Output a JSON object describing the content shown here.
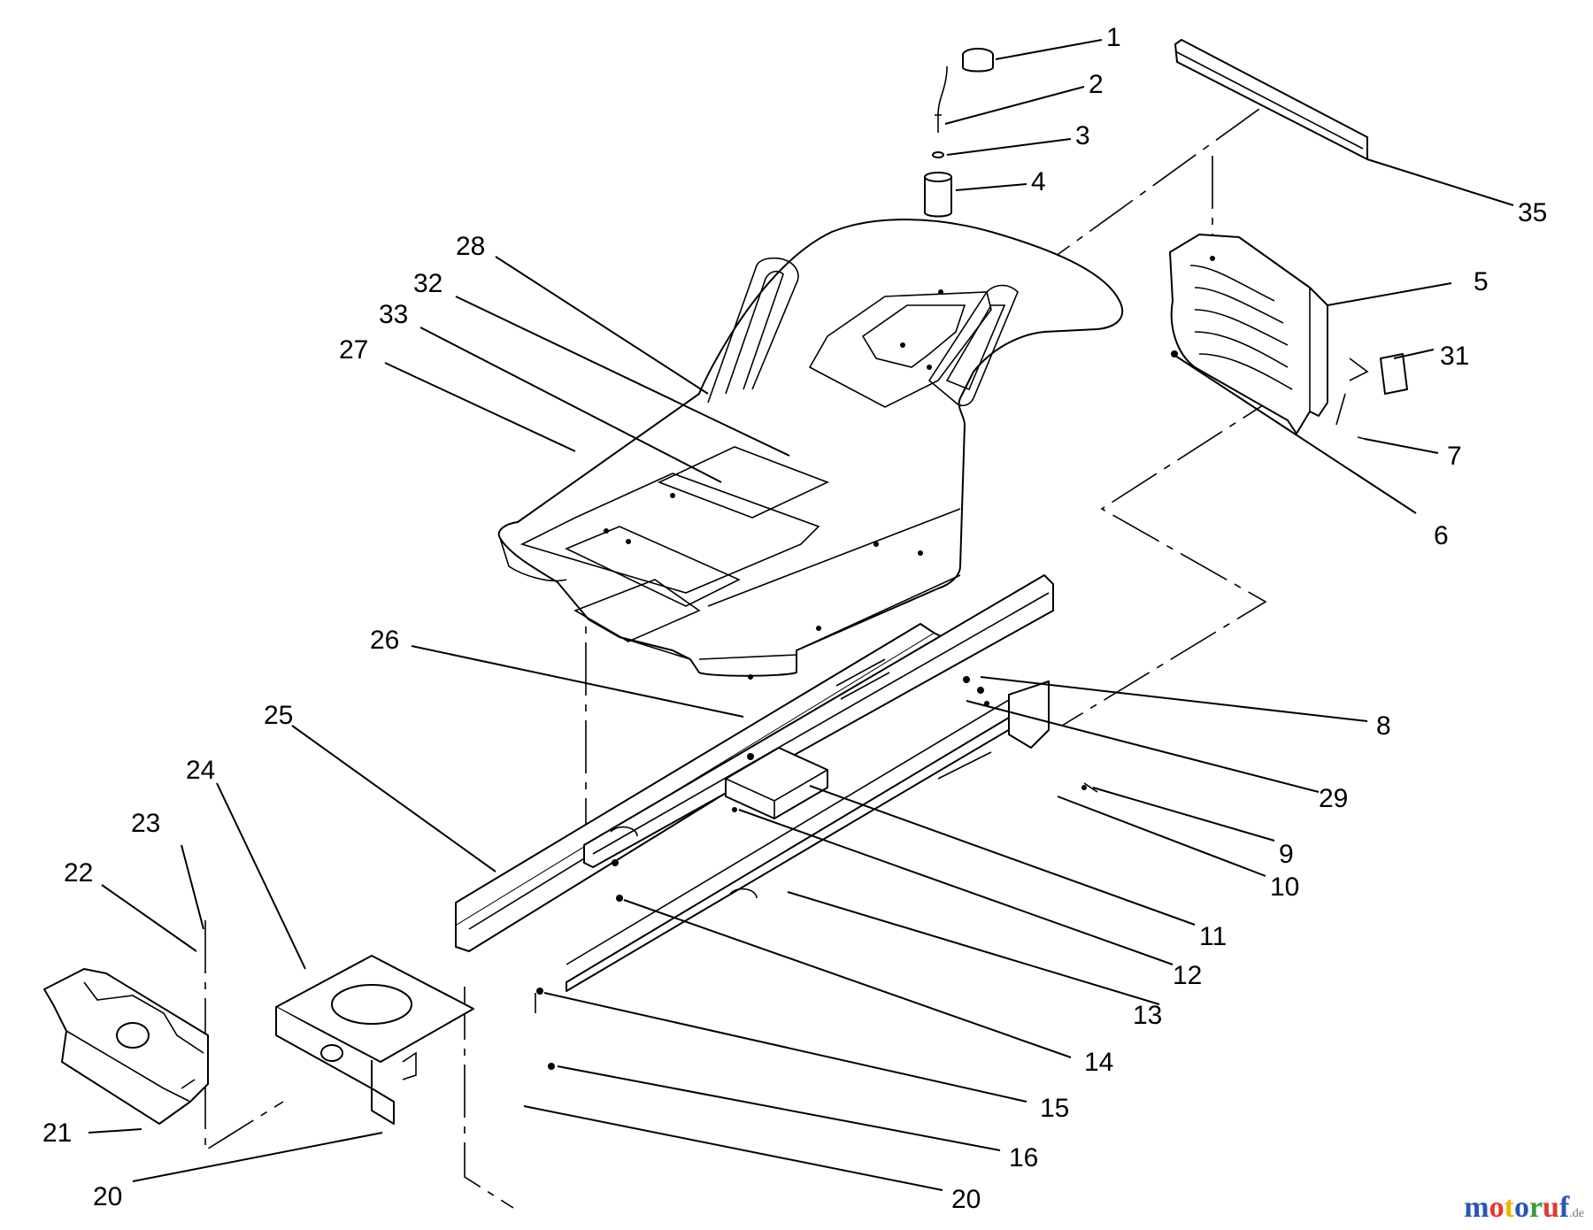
{
  "callouts": [
    {
      "label": "1"
    },
    {
      "label": "2"
    },
    {
      "label": "3"
    },
    {
      "label": "4"
    },
    {
      "label": "35"
    },
    {
      "label": "28"
    },
    {
      "label": "32"
    },
    {
      "label": "33"
    },
    {
      "label": "27"
    },
    {
      "label": "5"
    },
    {
      "label": "31"
    },
    {
      "label": "7"
    },
    {
      "label": "6"
    },
    {
      "label": "26"
    },
    {
      "label": "8"
    },
    {
      "label": "25"
    },
    {
      "label": "29"
    },
    {
      "label": "24"
    },
    {
      "label": "9"
    },
    {
      "label": "23"
    },
    {
      "label": "10"
    },
    {
      "label": "22"
    },
    {
      "label": "11"
    },
    {
      "label": "12"
    },
    {
      "label": "13"
    },
    {
      "label": "14"
    },
    {
      "label": "21"
    },
    {
      "label": "15"
    },
    {
      "label": "16"
    },
    {
      "label": "20"
    },
    {
      "label": "20"
    }
  ],
  "watermark": {
    "brand": "motoruf",
    "tld": ".de",
    "colors": [
      "#2a55b8",
      "#e23a2f",
      "#f2b200",
      "#2a55b8",
      "#3a9c3a",
      "#e23a2f",
      "#2a55b8"
    ]
  }
}
